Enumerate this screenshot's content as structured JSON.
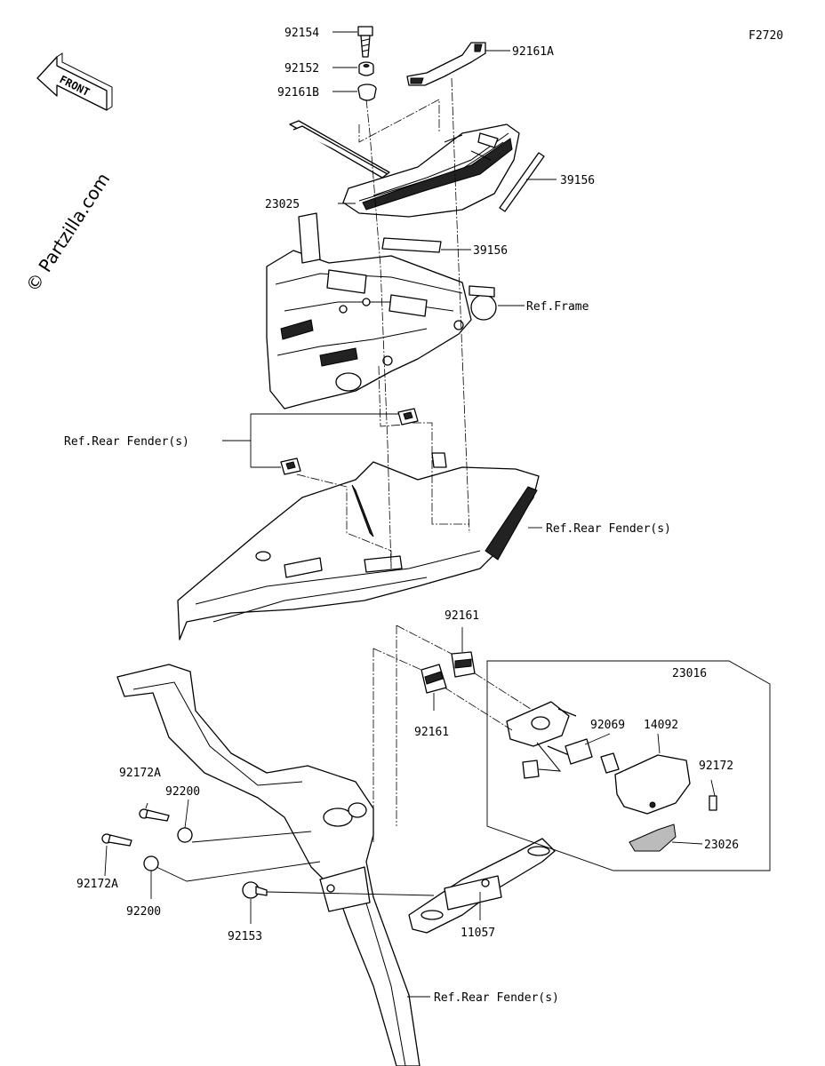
{
  "diagram": {
    "code": "F2720",
    "watermark": "© Partzilla.com",
    "front_label": "FRONT",
    "callouts": {
      "p92154": "92154",
      "p92152": "92152",
      "p92161B": "92161B",
      "p92161A": "92161A",
      "p23025": "23025",
      "p39156a": "39156",
      "p39156b": "39156",
      "ref_frame": "Ref.Frame",
      "ref_rear_fender_1": "Ref.Rear Fender(s)",
      "ref_rear_fender_2": "Ref.Rear Fender(s)",
      "p92161_top": "92161",
      "p92161_bottom": "92161",
      "p23016": "23016",
      "p92069": "92069",
      "p14092": "14092",
      "p92172": "92172",
      "p23026": "23026",
      "p92172A_1": "92172A",
      "p92200_1": "92200",
      "p92172A_2": "92172A",
      "p92200_2": "92200",
      "p92153": "92153",
      "p11057": "11057",
      "ref_rear_fender_3": "Ref.Rear Fender(s)"
    }
  }
}
